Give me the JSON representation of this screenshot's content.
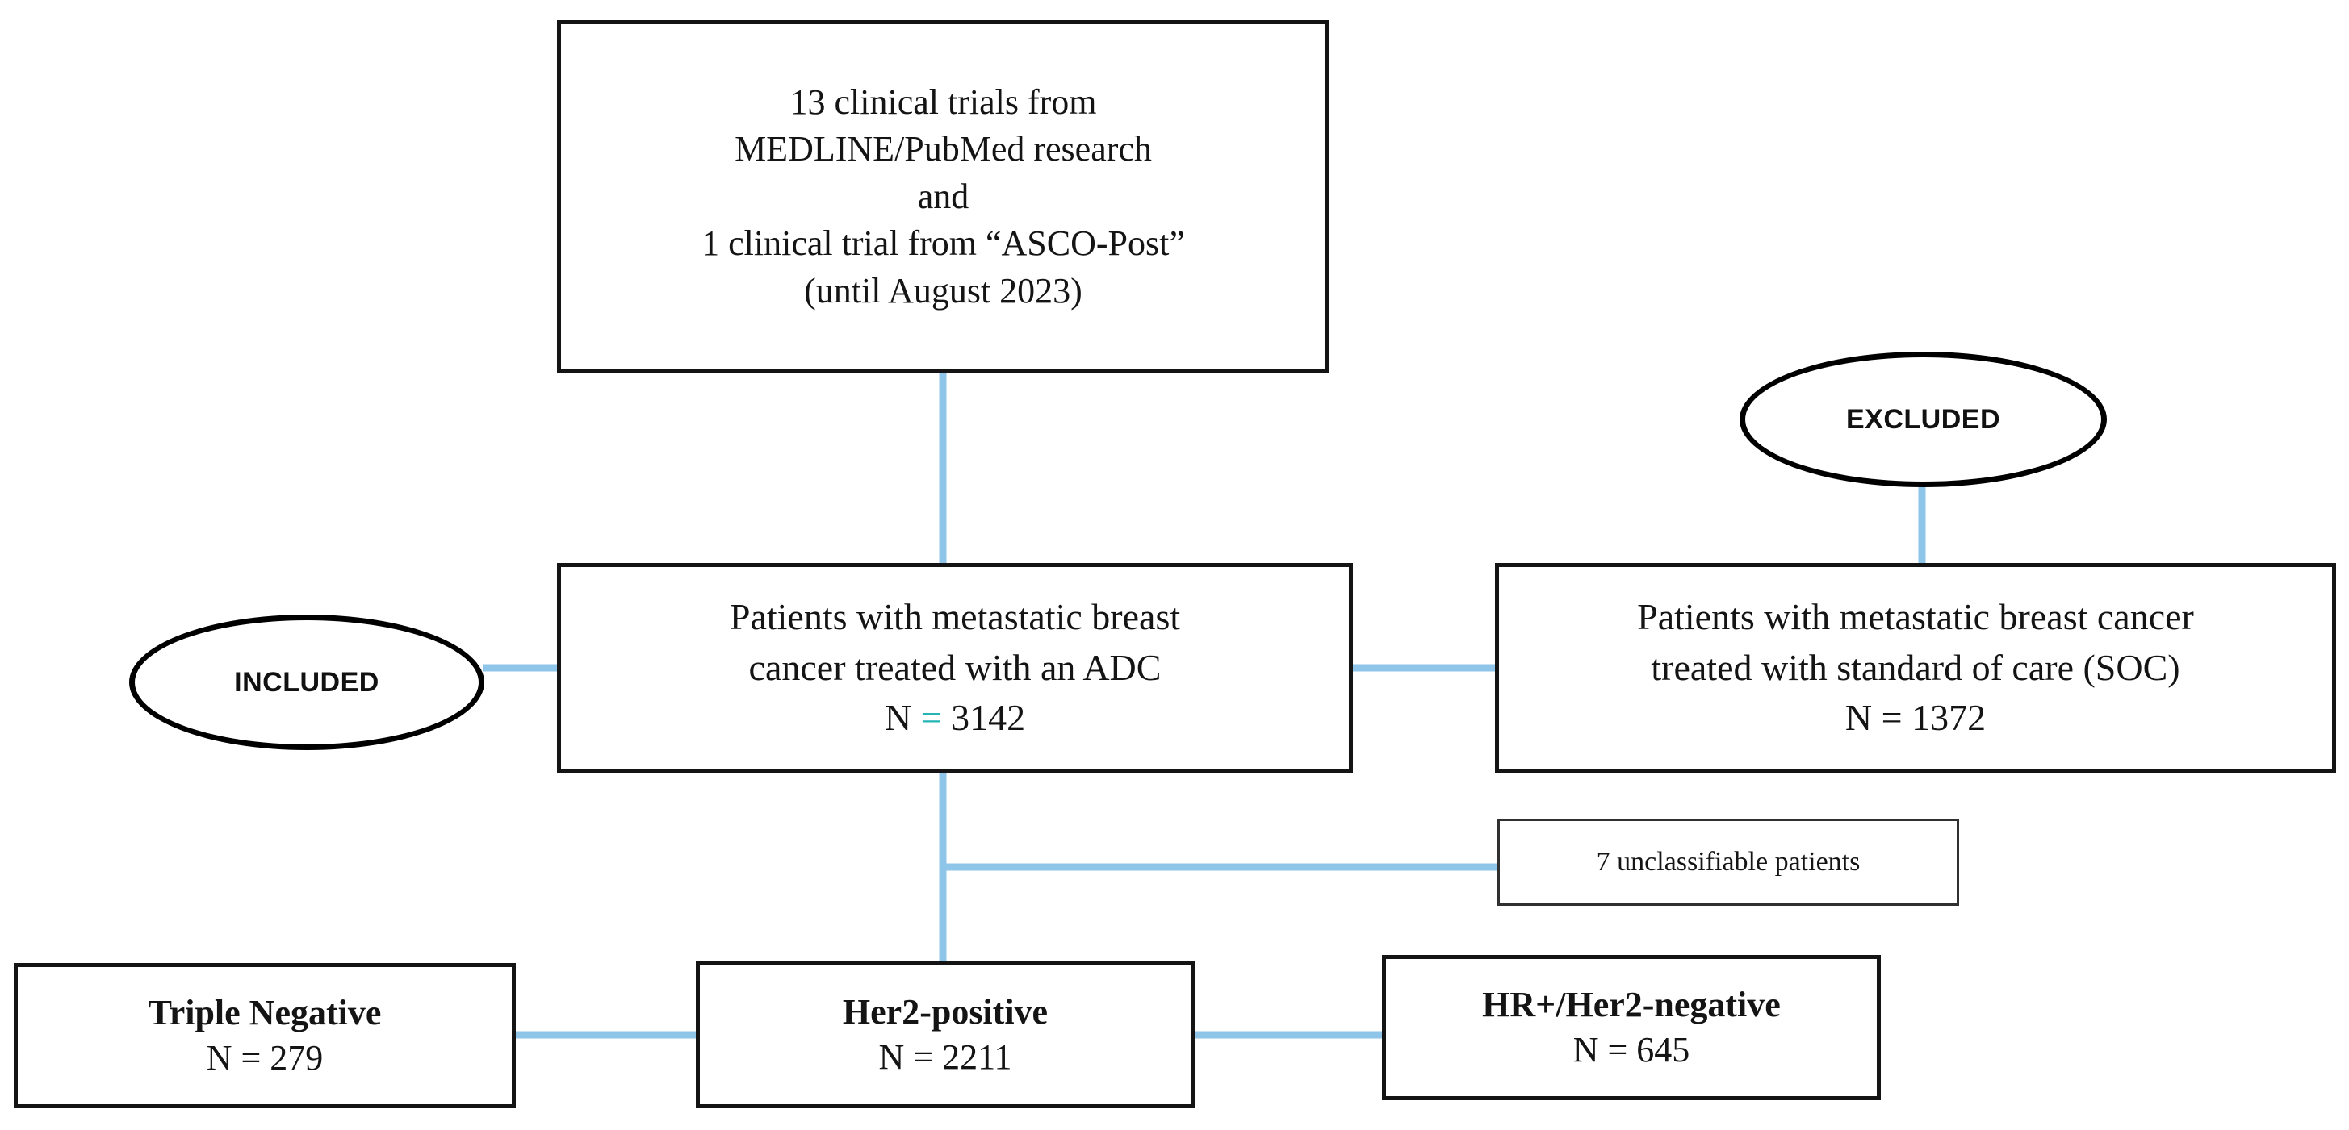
{
  "figure": {
    "type": "flow-diagram",
    "connector_color": "#8ec5e8",
    "box_border_color": "#141414",
    "accent_color": "#25b5b5"
  },
  "badges": {
    "included": "INCLUDED",
    "excluded": "EXCLUDED"
  },
  "nodes": {
    "sources": {
      "lines": [
        "13 clinical trials from",
        "MEDLINE/PubMed research",
        "and",
        "1 clinical trial from “ASCO-Post”",
        "(until August 2023)"
      ]
    },
    "adc": {
      "line1": "Patients with metastatic breast",
      "line2": "cancer treated with an ADC",
      "count_label": "N",
      "count_equals": "=",
      "count_value": "3142"
    },
    "soc": {
      "line1": "Patients with metastatic breast cancer",
      "line2": "treated with standard of care (SOC)",
      "count_label": "N",
      "count_equals": "=",
      "count_value": "1372"
    },
    "unclassifiable": {
      "text": "7 unclassifiable patients"
    },
    "tnbc": {
      "title": "Triple Negative",
      "count_label": "N",
      "count_equals": "=",
      "count_value": "279"
    },
    "her2pos": {
      "title": "Her2-positive",
      "count_label": "N",
      "count_equals": "=",
      "count_value": "2211"
    },
    "hrpos": {
      "title": "HR+/Her2-negative",
      "count_label": "N",
      "count_equals": "=",
      "count_value": "645"
    }
  }
}
